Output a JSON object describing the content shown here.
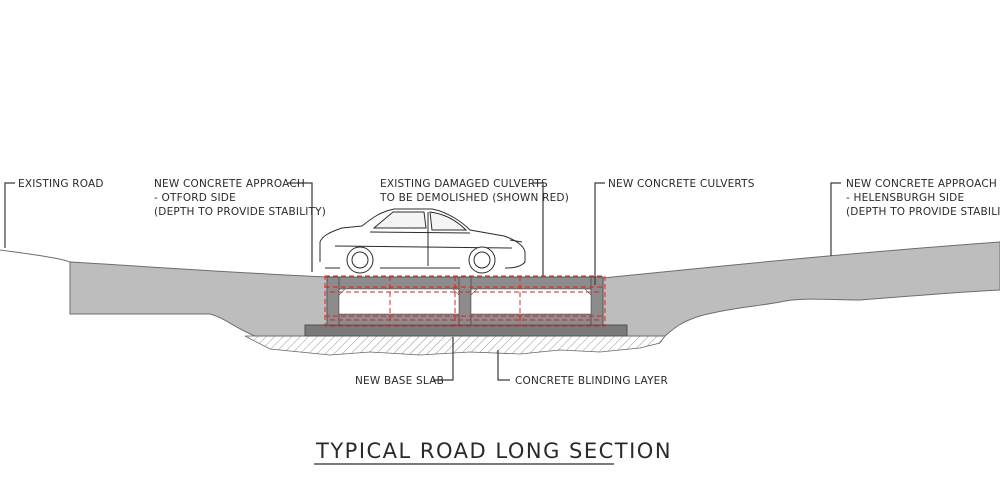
{
  "drawing": {
    "title": "TYPICAL ROAD LONG SECTION",
    "colors": {
      "concrete": "#bdbdbd",
      "culvert": "#8c8c8c",
      "slab": "#7a7a7a",
      "demolish": "#e22020",
      "line": "#3a3a3a"
    },
    "labels": {
      "existing_road": "EXISTING ROAD",
      "approach_otford": [
        "NEW CONCRETE APPROACH",
        "- OTFORD SIDE",
        "(DEPTH TO PROVIDE STABILITY)"
      ],
      "damaged_culverts": [
        "EXISTING DAMAGED CULVERTS",
        "TO BE DEMOLISHED (SHOWN RED)"
      ],
      "new_culverts": "NEW CONCRETE CULVERTS",
      "approach_helensburgh": [
        "NEW CONCRETE APPROACH",
        "- HELENSBURGH SIDE",
        "(DEPTH TO PROVIDE STABILITY)"
      ],
      "base_slab": "NEW BASE SLAB",
      "blinding_layer": "CONCRETE BLINDING LAYER"
    },
    "icons": [
      "car-icon"
    ]
  }
}
